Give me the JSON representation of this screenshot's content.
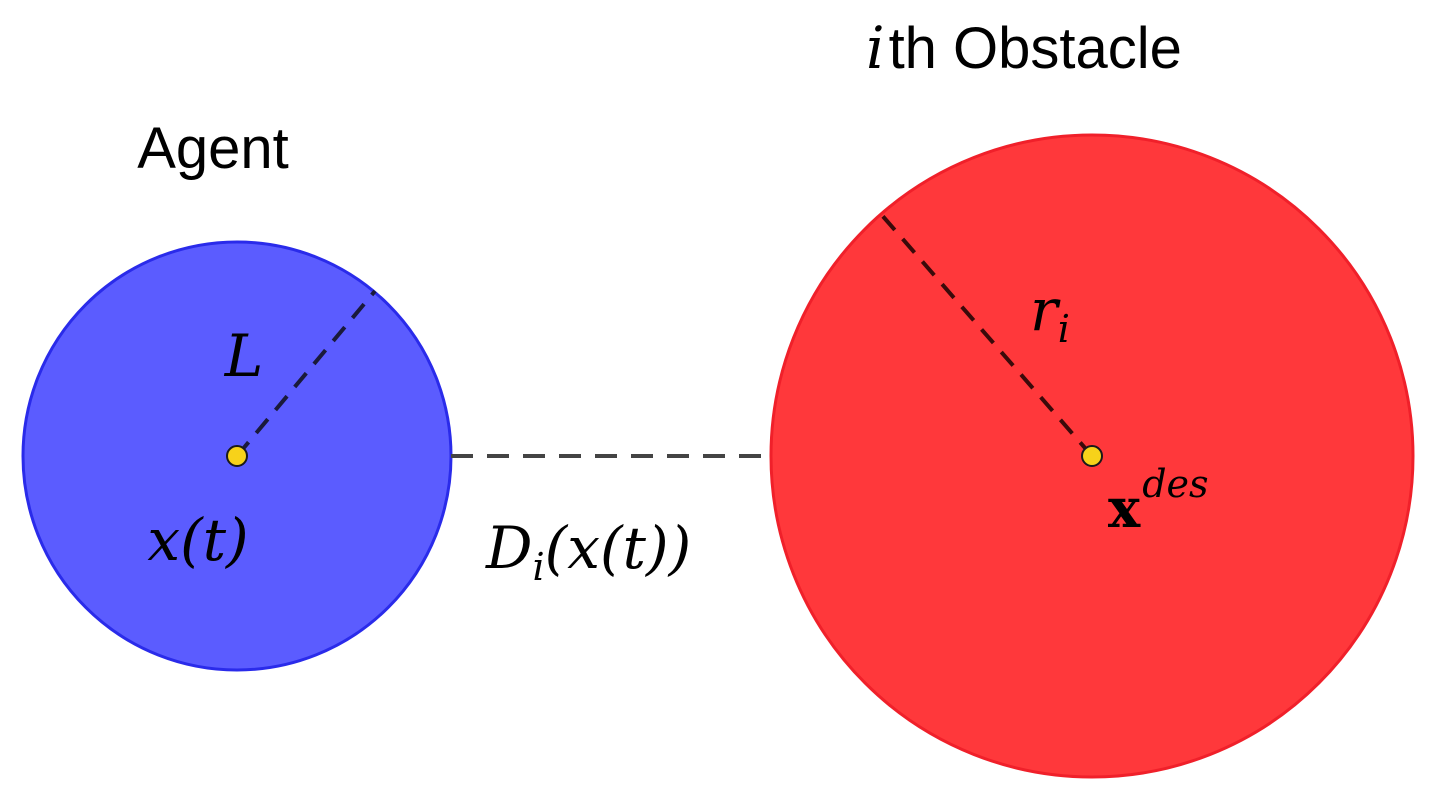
{
  "agent": {
    "title": "Agent",
    "radius_label": "L",
    "position_label": "x(t)",
    "fill_color": "#5b5cff",
    "stroke_color": "#2a2bea"
  },
  "obstacle": {
    "title_prefix": "i",
    "title_suffix": "th Obstacle",
    "radius_label_base": "r",
    "radius_label_sub": "i",
    "center_label_base": "x",
    "center_label_sup": "des",
    "fill_color": "#ff383b",
    "stroke_color": "#f0202a"
  },
  "distance": {
    "label_base": "D",
    "label_sub": "i",
    "label_arg": "(x(t))"
  },
  "center_point_color": "#f7d21a"
}
